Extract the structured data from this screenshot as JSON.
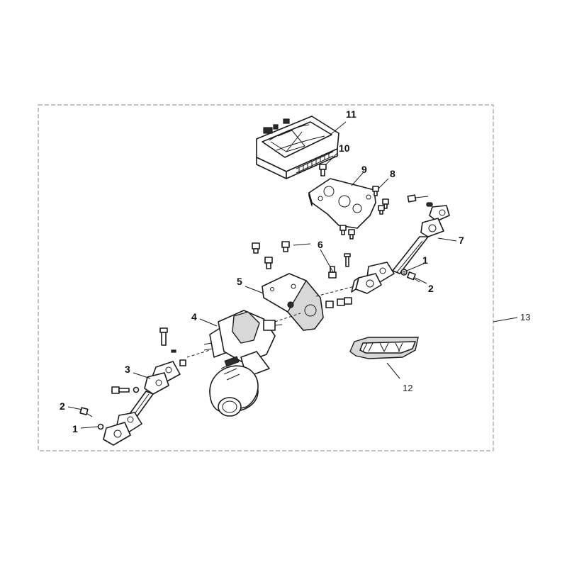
{
  "callouts": {
    "c1a": "1",
    "c1b": "1",
    "c2a": "2",
    "c2b": "2",
    "c3": "3",
    "c4": "4",
    "c5": "5",
    "c6": "6",
    "c7": "7",
    "c8": "8",
    "c9": "9",
    "c10": "10",
    "c11": "11",
    "c12": "12",
    "c13": "13"
  }
}
